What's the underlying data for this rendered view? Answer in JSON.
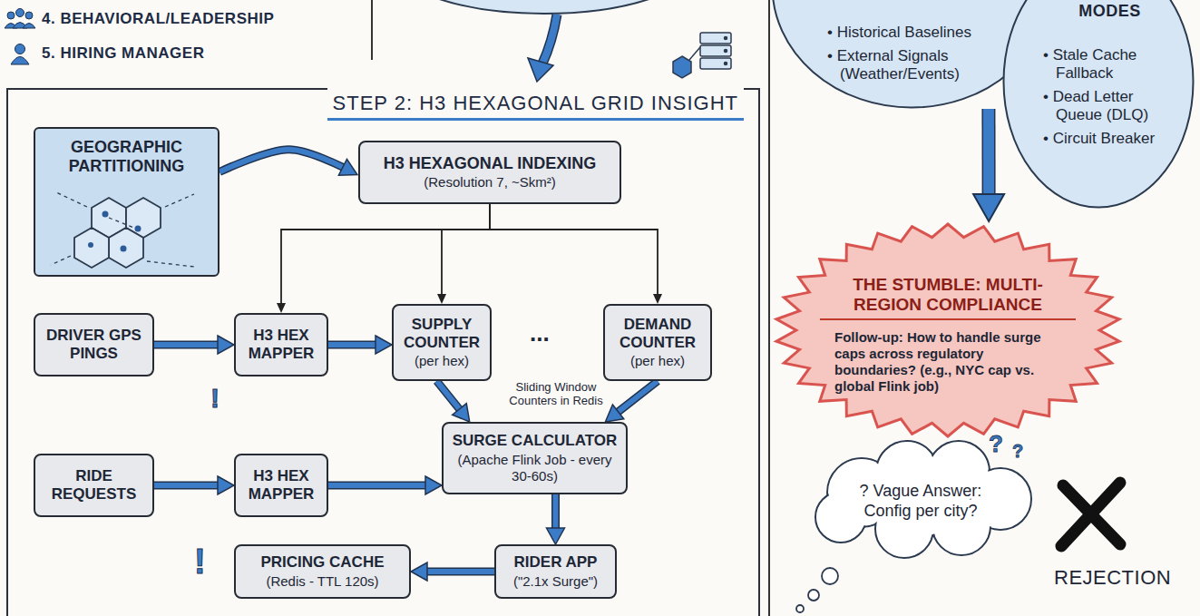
{
  "diagram": {
    "nodes": [
      {
        "text": [
          "STEP 2: H3 HEXAGONAL GRID INSIGHT"
        ]
      },
      {
        "text": [
          "GEOGRAPHIC PARTITIONING"
        ],
        "in": 0
      },
      {
        "text": [
          "H3 HEXAGONAL INDEXING",
          "(Resolution 7, ~Skm²)"
        ],
        "in": 0
      },
      {
        "text": [
          "DRIVER GPS PINGS"
        ],
        "in": 0
      },
      {
        "text": [
          "H3 HEX MAPPER"
        ],
        "in": 0
      },
      {
        "text": [
          "SUPPLY COUNTER",
          "(per hex)"
        ],
        "in": 0
      },
      {
        "text": [
          "DEMAND COUNTER",
          "(per hex)"
        ],
        "in": 0
      },
      {
        "text": [
          "RIDE REQUESTS"
        ],
        "in": 0
      },
      {
        "text": [
          "H3 HEX MAPPER"
        ],
        "in": 0
      },
      {
        "text": [
          "SURGE CALCULATOR",
          "(Apache Flink Job - every 30-60s)"
        ],
        "in": 0
      },
      {
        "text": [
          "PRICING CACHE",
          "(Redis - TTL 120s)"
        ],
        "in": 0
      },
      {
        "text": [
          "RIDER APP",
          "(\"2.1x Surge\")"
        ],
        "in": 0
      },
      {
        "text": [
          "• Historical Baselines",
          "• External Signals (Weather/Events)"
        ]
      },
      {
        "text": [
          "MODES",
          "• Stale Cache Fallback",
          "• Dead Letter Queue (DLQ)",
          "• Circuit Breaker"
        ]
      },
      {
        "text": [
          "THE STUMBLE: MULTI-REGION COMPLIANCE",
          "Follow-up: How to handle surge caps across regulatory boundaries? (e.g., NYC cap vs. global Flink job)"
        ]
      },
      {
        "text": [
          "? Vague Answer: Config per city?"
        ]
      }
    ],
    "edges": [
      {
        "from": 1,
        "to": 2,
        "arrow": "to"
      },
      {
        "from": 2,
        "to": 4,
        "arrow": "to"
      },
      {
        "from": 2,
        "to": 5,
        "arrow": "to"
      },
      {
        "from": 2,
        "to": 6,
        "arrow": "to"
      },
      {
        "from": 3,
        "to": 4,
        "arrow": "to"
      },
      {
        "from": 4,
        "to": 5,
        "arrow": "to"
      },
      {
        "from": 7,
        "to": 8,
        "arrow": "to"
      },
      {
        "from": 8,
        "to": 9,
        "arrow": "to"
      },
      {
        "from": 5,
        "to": 9,
        "arrow": "to"
      },
      {
        "from": 6,
        "to": 9,
        "arrow": "to"
      },
      {
        "from": 9,
        "to": 11,
        "arrow": "to"
      },
      {
        "from": 11,
        "to": 10,
        "arrow": "to"
      },
      {
        "from": 12,
        "to": 14,
        "arrow": "to"
      }
    ],
    "labels": [
      "4. BEHAVIORAL/LEADERSHIP",
      "5. HIRING MANAGER",
      "...",
      "Sliding Window Counters in Redis",
      "!",
      "!",
      "?",
      "?",
      "REJECTION"
    ]
  }
}
